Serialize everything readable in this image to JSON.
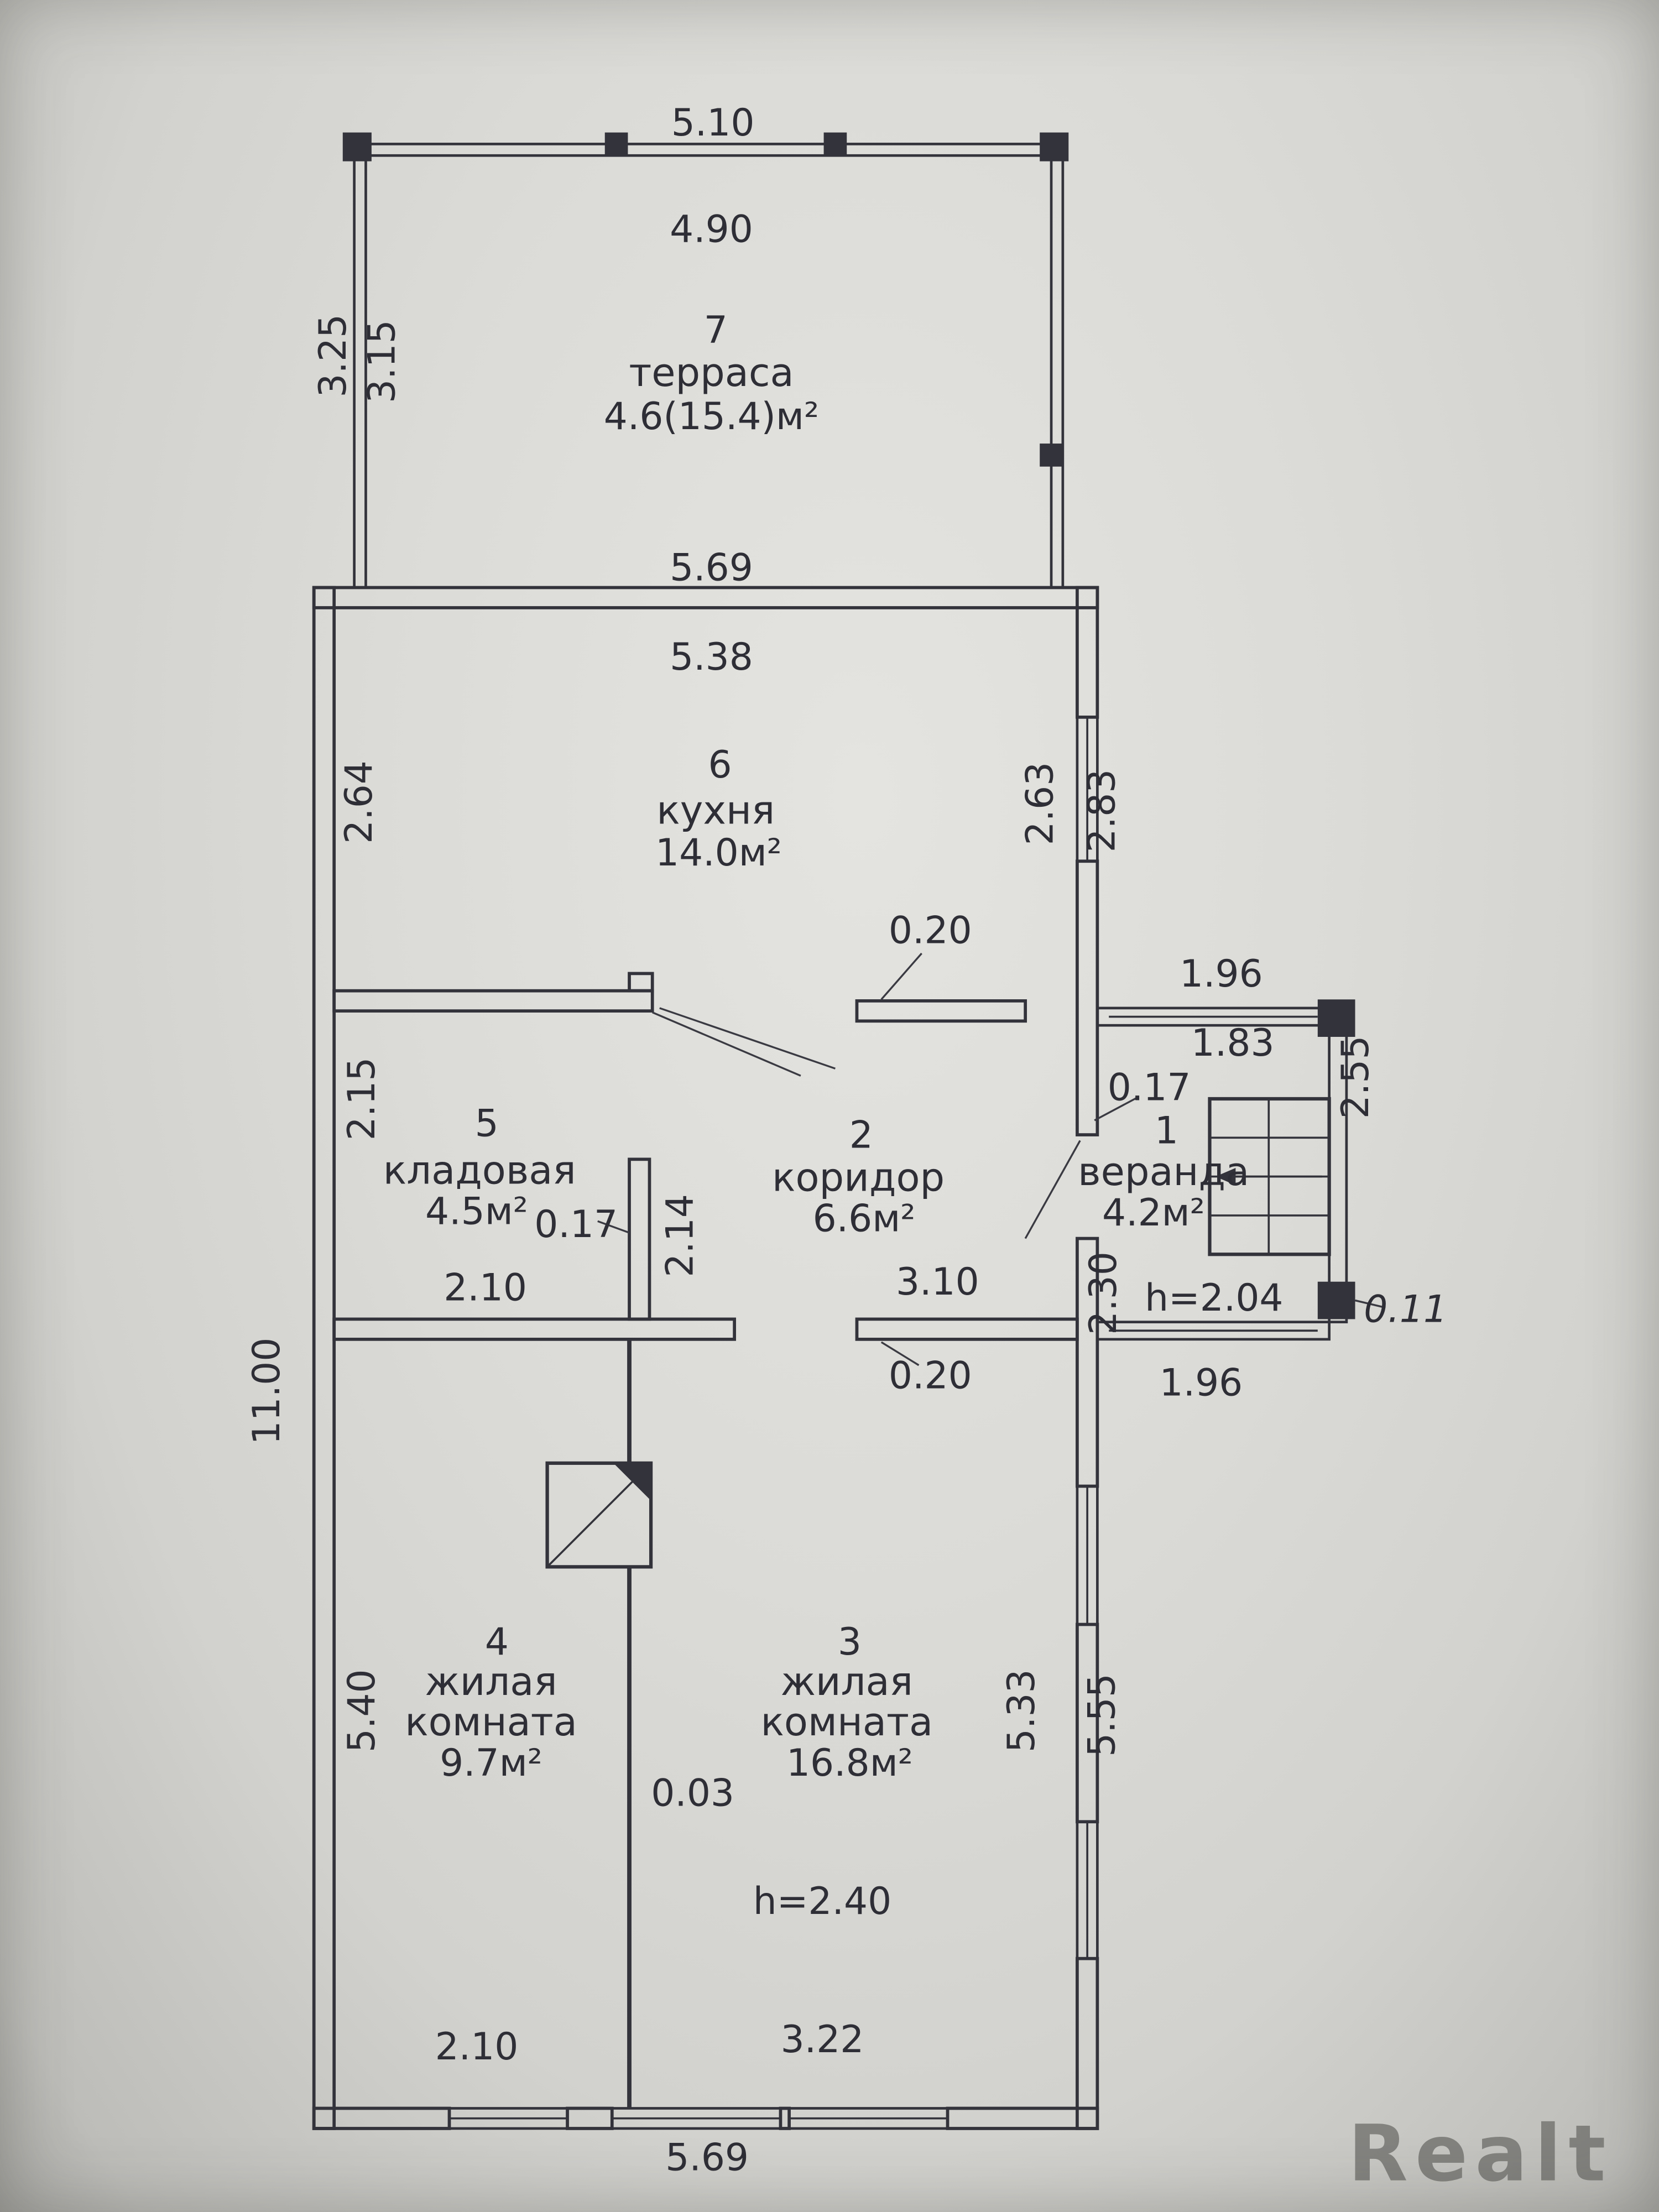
{
  "watermark": "Realt",
  "rooms": {
    "terrace": {
      "number": "7",
      "name": "терраса",
      "area": "4.6(15.4)м²"
    },
    "kitchen": {
      "number": "6",
      "name": "кухня",
      "area": "14.0м²"
    },
    "storage": {
      "number": "5",
      "name": "кладовая",
      "area": "4.5м²"
    },
    "corridor": {
      "number": "2",
      "name": "коридор",
      "area": "6.6м²"
    },
    "veranda": {
      "number": "1",
      "name": "веранда",
      "area": "4.2м²"
    },
    "room4": {
      "number": "4",
      "name_line1": "жилая",
      "name_line2": "комната",
      "area": "9.7м²"
    },
    "room3": {
      "number": "3",
      "name_line1": "жилая",
      "name_line2": "комната",
      "area": "16.8м²"
    }
  },
  "dims": {
    "terrace_width_outer": "5.10",
    "terrace_width_inner": "4.90",
    "terrace_depth_outer": "3.25",
    "terrace_depth_inner": "3.15",
    "house_width_top": "5.69",
    "kitchen_width": "5.38",
    "kitchen_left": "2.64",
    "kitchen_right_inner": "2.63",
    "kitchen_right_outer": "2.83",
    "kitchen_wall_thickness": "0.20",
    "veranda_top_outer": "1.96",
    "veranda_top_inner": "1.83",
    "veranda_wall_thickness": "0.17",
    "veranda_right_depth": "2.55",
    "storage_left_depth": "2.15",
    "storage_wall_thickness": "0.17",
    "corridor_wall_right": "2.14",
    "storage_width_bottom": "2.10",
    "corridor_width_bottom": "3.10",
    "corridor_wall_thickness": "0.20",
    "veranda_left_lower": "2.30",
    "veranda_ceiling_height": "h=2.04",
    "veranda_step": "0.11",
    "veranda_width_bottom": "1.96",
    "house_length_left": "11.00",
    "room4_left_depth": "5.40",
    "room3_right_inner": "5.33",
    "room3_right_outer": "5.55",
    "partition_thickness": "0.03",
    "rooms_ceiling_height": "h=2.40",
    "room4_width_bottom": "2.10",
    "room3_width_bottom": "3.22",
    "house_width_bottom": "5.69"
  }
}
